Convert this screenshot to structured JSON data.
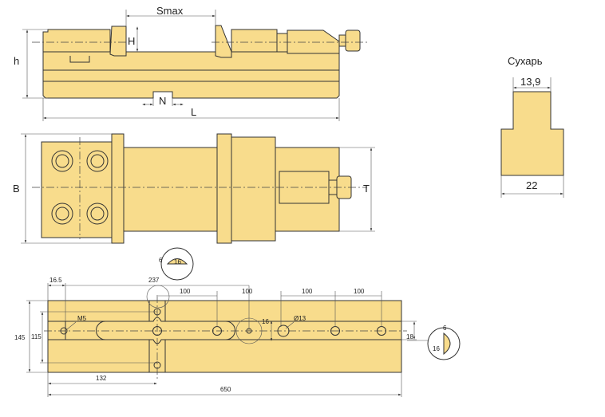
{
  "top_view": {
    "smax": "Smax",
    "h_small": "H",
    "h_total": "h",
    "n": "N",
    "l": "L"
  },
  "front_view": {
    "b": "B",
    "t": "T"
  },
  "key": {
    "title": "Сухарь",
    "top_width": "13,9",
    "bottom_width": "22"
  },
  "plate": {
    "detail_top_height": "6",
    "detail_top_width": "16",
    "offset_left": "16.5",
    "offset_237": "237",
    "pitch_1": "100",
    "pitch_2": "100",
    "pitch_3": "100",
    "pitch_4": "100",
    "thread": "M5",
    "slot_width": "16",
    "hole_dia": "Ø13",
    "height_total": "145",
    "height_holes": "115",
    "slot_18": "18",
    "dist_132": "132",
    "length": "650",
    "detail_right_width": "6",
    "detail_right_height": "16"
  },
  "colors": {
    "fill": "#f8dc8c",
    "line": "#333333"
  }
}
